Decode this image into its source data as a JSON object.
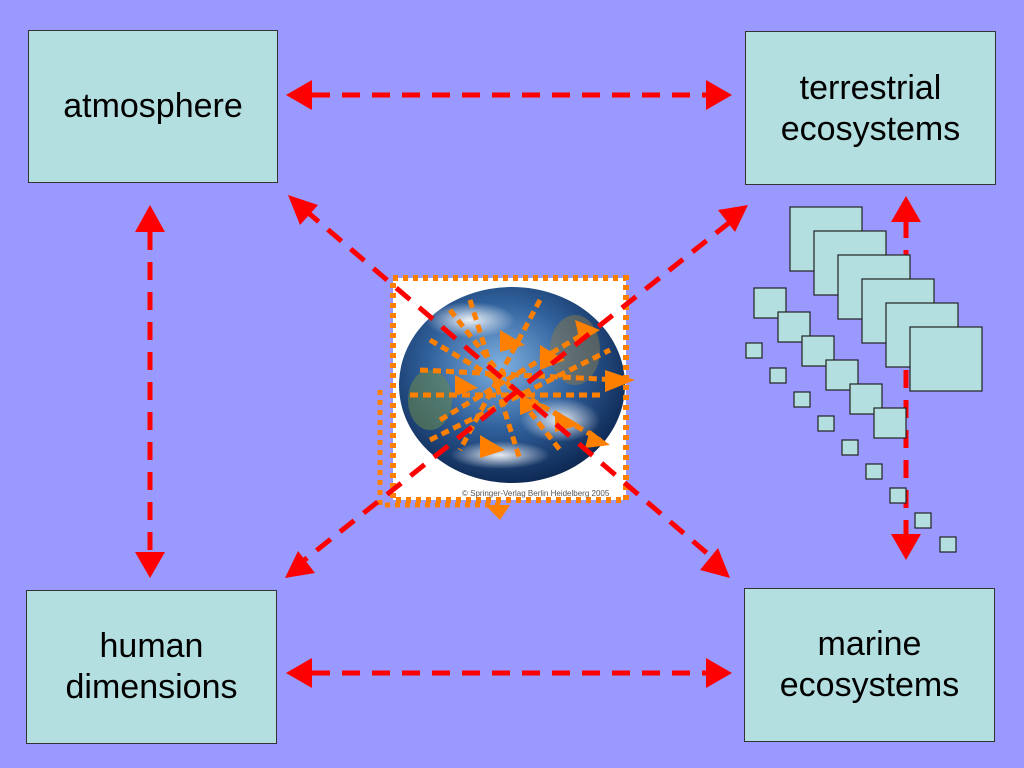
{
  "diagram": {
    "boxes": {
      "atmosphere": "atmosphere",
      "terrestrial": "terrestrial\necosystems",
      "human": "human\ndimensions",
      "marine": "marine\necosystems"
    },
    "image_credit": "© Springer-Verlag Berlin Heidelberg 2005",
    "colors": {
      "background": "#9999ff",
      "box_fill": "#b3dfe0",
      "arrow": "#ff0000",
      "orange": "#ff8000",
      "square_fill": "#b3dfe0"
    },
    "icons": [
      "earth-globe-image",
      "double-headed-arrow"
    ]
  }
}
